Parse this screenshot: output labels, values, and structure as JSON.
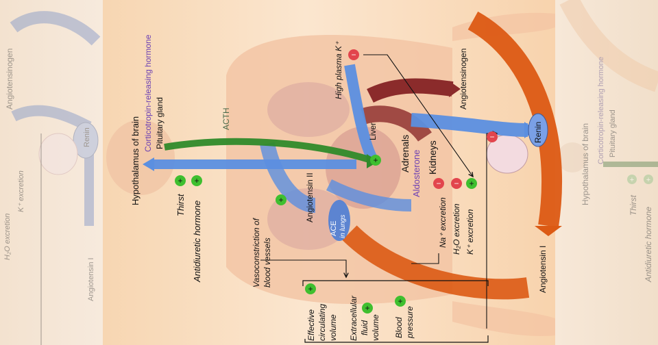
{
  "labels": {
    "hypothalamus": "Hypothalamus of brain",
    "crh": "Corticotropin-releasing hormone",
    "pituitary": "Pituitary gland",
    "acth": "ACTH",
    "high_k": "High plasma K⁺",
    "angiotensinogen": "Angiotensinogen",
    "liver": "Liver",
    "adrenals": "Adrenals",
    "aldosterone": "Aldosterone",
    "kidneys": "Kidneys",
    "renin": "Renin",
    "angiotensin_ii": "Angiotensin II",
    "angiotensin_i": "Angiotensin I",
    "ace": "ACE",
    "in_lungs": "in lungs",
    "thirst": "Thirst",
    "adh": "Antidiuretic hormone",
    "vasoconstriction_1": "Vasoconstriction of",
    "vasoconstriction_2": "blood vessels",
    "na_excretion": "Na⁺ excretion",
    "h2o_excretion": "H₂O excretion",
    "k_excretion": "K⁺ excretion",
    "effective_1": "Effective",
    "effective_2": "circulating",
    "effective_3": "volume",
    "ecf_1": "Extracellular",
    "ecf_2": "fluid",
    "ecf_3": "volume",
    "bp_1": "Blood",
    "bp_2": "pressure"
  },
  "left_panel": {
    "angiotensinogen": "Angiotensinogen",
    "renin": "Renin",
    "h2o_excretion": "H₂O excretion",
    "k_excretion": "K⁺ excretion",
    "angiotensin_i": "Angiotensin I"
  },
  "right_panel": {
    "hypothalamus": "Hypothalamus of brain",
    "crh": "Corticotropin-releasing hormone",
    "pituitary": "Pituitary gland",
    "thirst": "Thirst",
    "adh": "Antidiuretic hormone"
  },
  "symbols": {
    "plus": "+",
    "minus": "−"
  },
  "colors": {
    "blue_arrow": "#5b8fe0",
    "orange_arrow": "#dc5a14",
    "green_arrow": "#2f8a2a",
    "brown_arrow": "#8b2b2b",
    "plus_badge": "#3fbf2f",
    "minus_badge": "#e2454d"
  }
}
